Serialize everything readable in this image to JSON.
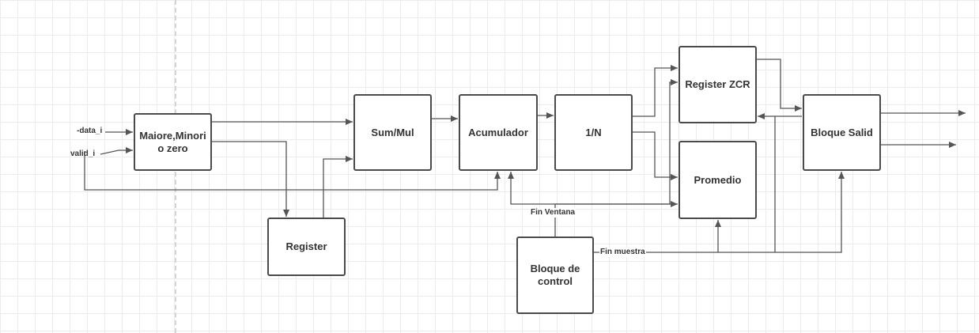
{
  "blocks": {
    "mayor_menor": "Maiore,Minori o zero",
    "sum_mul": "Sum/Mul",
    "acumulador": "Acumulador",
    "inv_n": "1/N",
    "register_zcr": "Register ZCR",
    "promedio": "Promedio",
    "bloque_salida": "Bloque Salid",
    "register": "Register",
    "bloque_control": "Bloque de control"
  },
  "signals": {
    "data_in": "-data_i",
    "valid_in": "valid_i",
    "fin_ventana": "Fin Ventana",
    "fin_muestra": "Fin muestra"
  },
  "colors": {
    "wire": "#555555",
    "block_border": "#4a4a4a",
    "grid": "#ececec"
  }
}
